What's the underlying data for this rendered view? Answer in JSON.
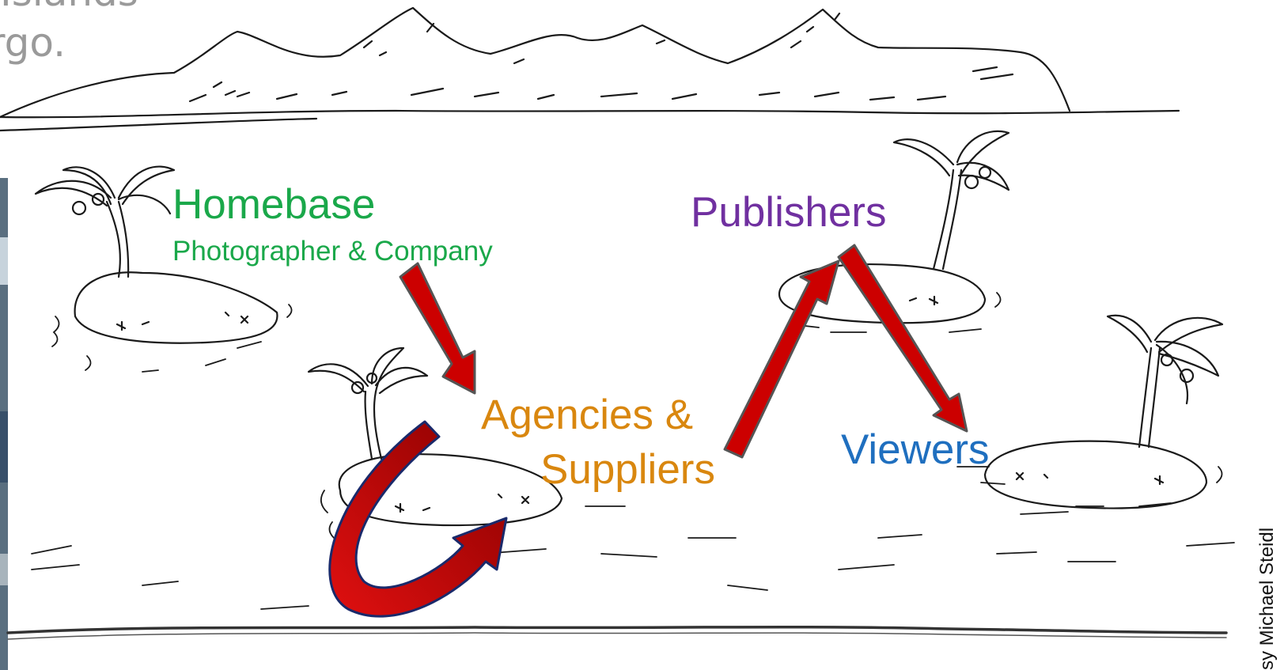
{
  "heading_fragment": {
    "line1": "Islands",
    "line2": "rgo."
  },
  "nodes": {
    "homebase": {
      "title": "Homebase",
      "subtitle": "Photographer & Company"
    },
    "agencies": {
      "line1": "Agencies &",
      "line2": "Suppliers"
    },
    "publishers": {
      "title": "Publishers"
    },
    "viewers": {
      "title": "Viewers"
    }
  },
  "credit": "sy Michael Steidl",
  "colors": {
    "homebase": "#1aa84a",
    "agencies": "#d9870f",
    "publishers": "#7030a0",
    "viewers": "#1f6fbf",
    "arrow_fill": "#cc0000",
    "arrow_stroke": "#555555",
    "loop_stroke": "#1a2a6b"
  },
  "icons": [
    "palm-tree-icon",
    "mountain-range-icon"
  ]
}
